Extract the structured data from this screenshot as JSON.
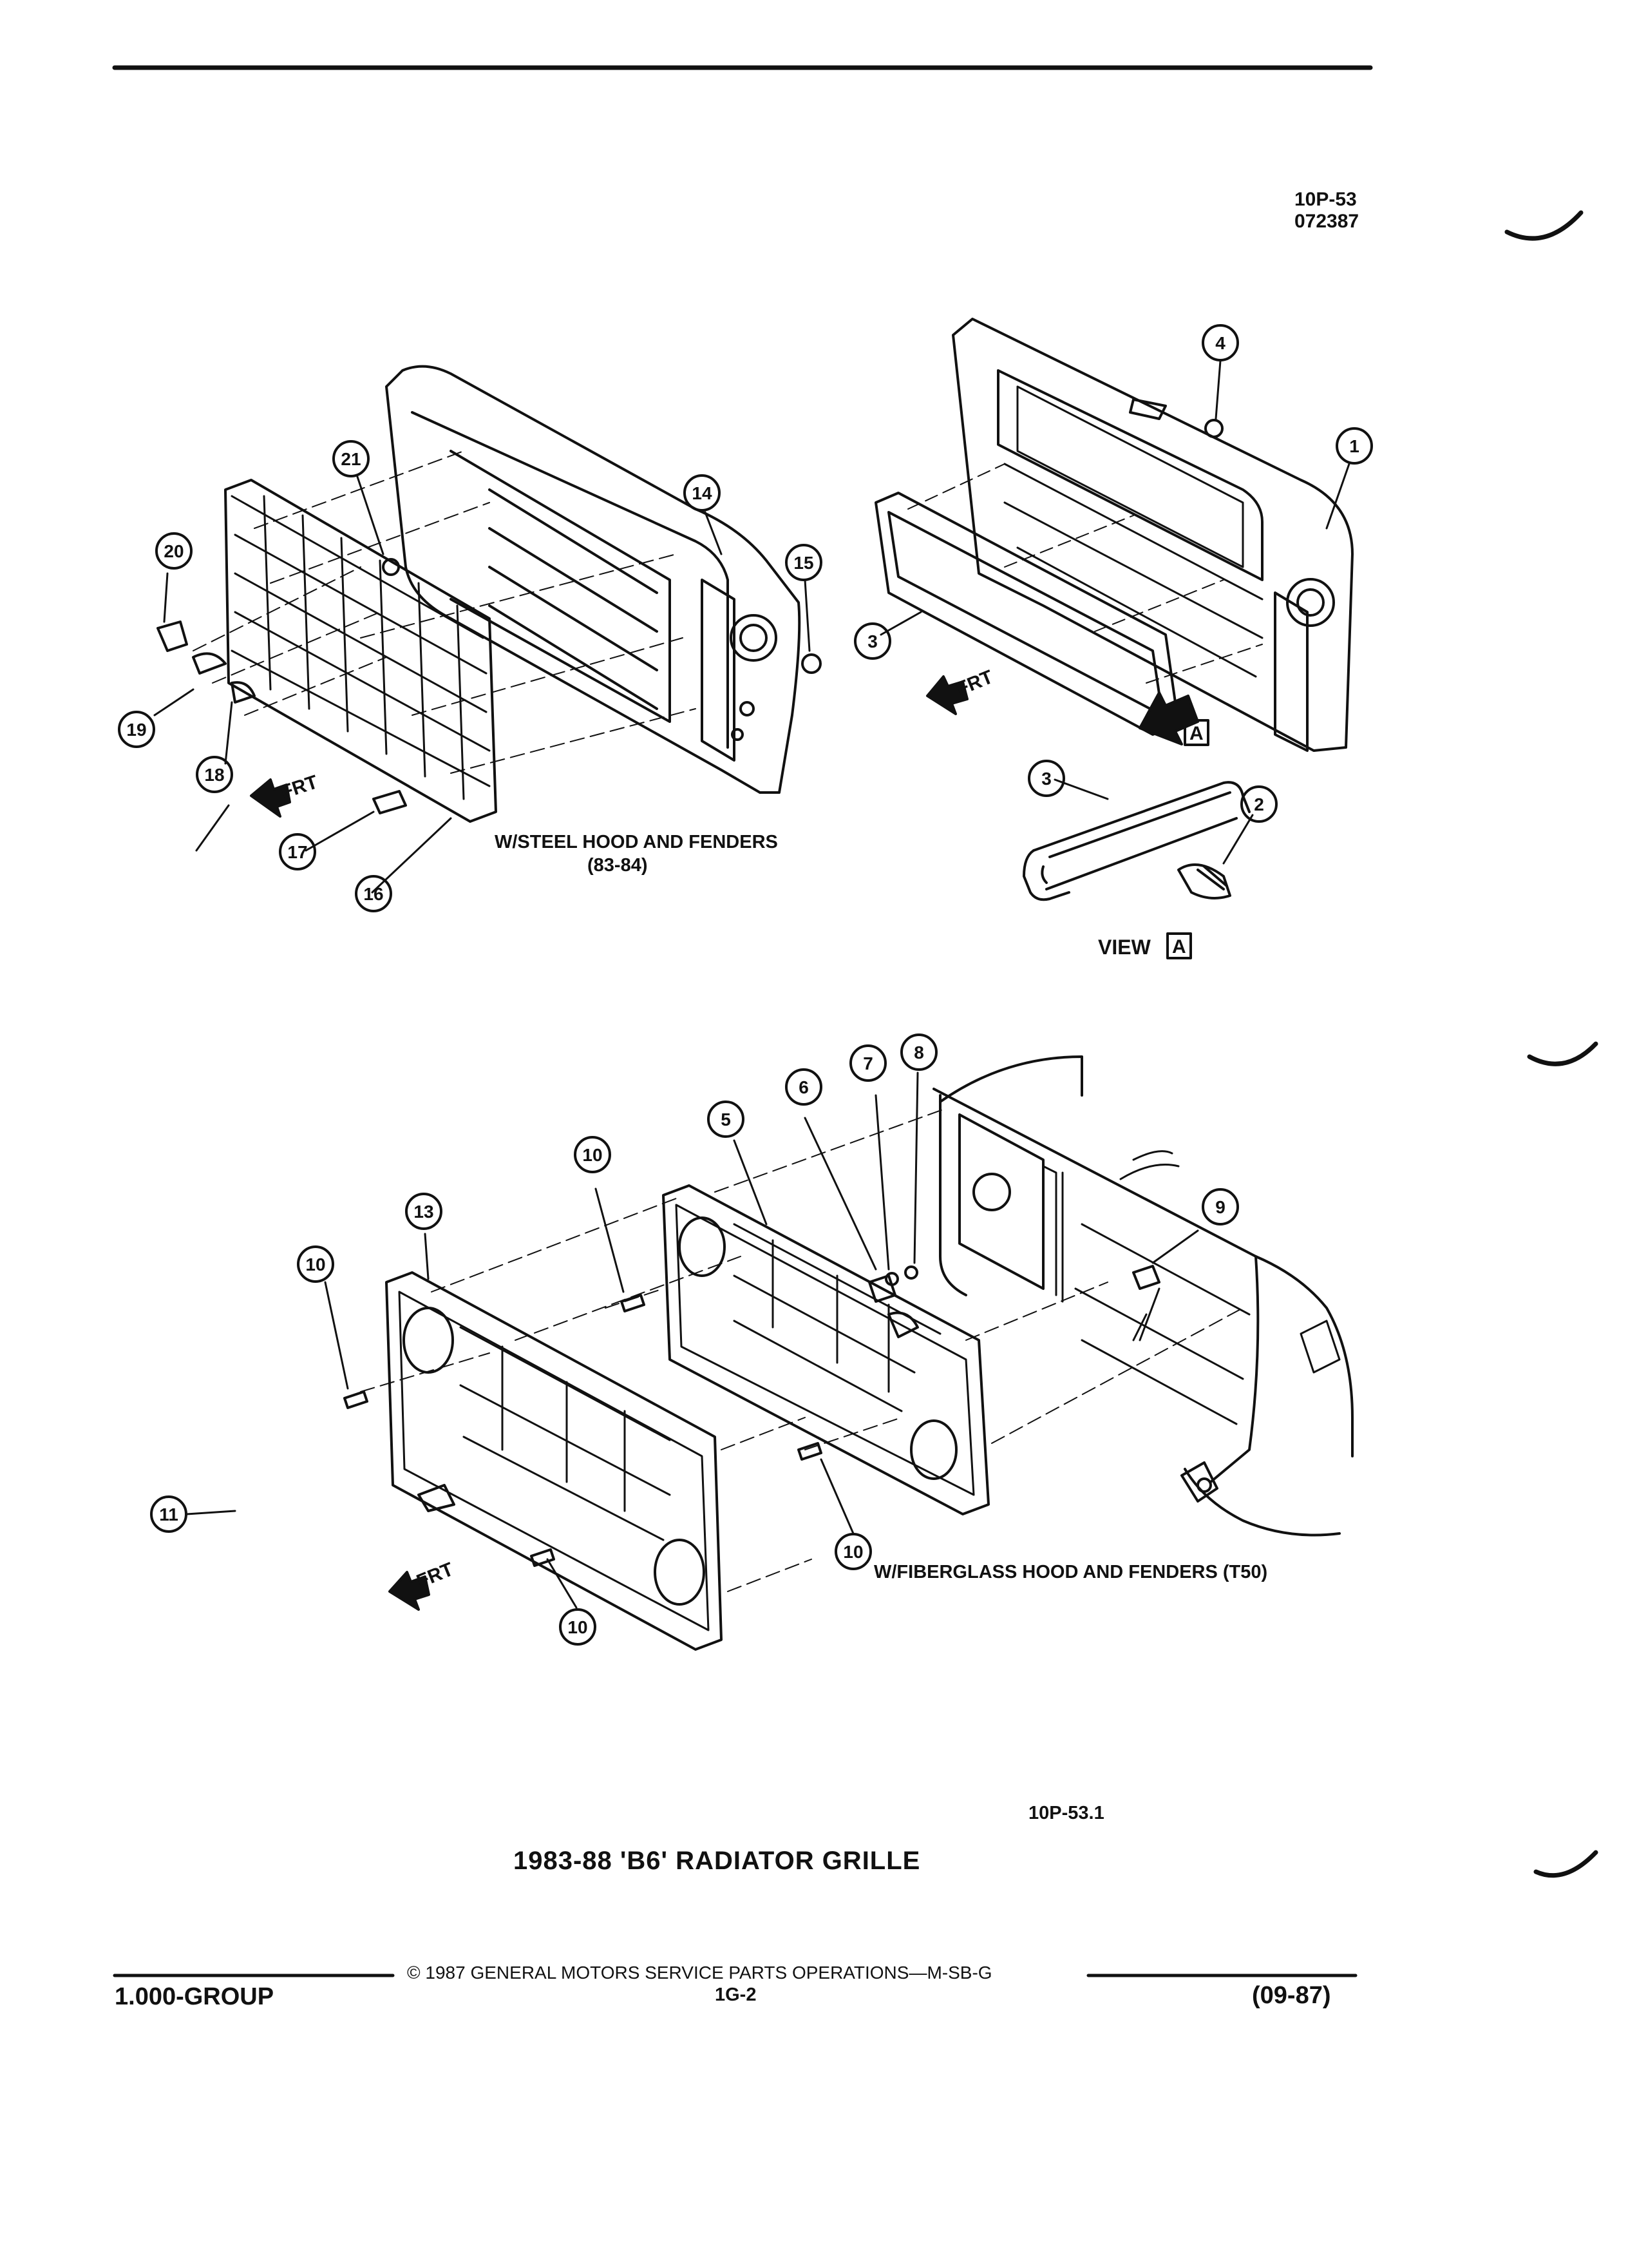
{
  "header": {
    "ref_code": "10P-53",
    "date_code": "072387"
  },
  "captions": {
    "steel": "W/STEEL HOOD AND FENDERS",
    "steel_years": "(83-84)",
    "fiberglass": "W/FIBERGLASS HOOD AND FENDERS (T50)",
    "view_label": "VIEW",
    "view_letter": "A",
    "frt": "FRT",
    "figure_code": "10P-53.1"
  },
  "title": "1983-88 'B6' RADIATOR GRILLE",
  "footer": {
    "copyright": "© 1987 GENERAL MOTORS SERVICE PARTS OPERATIONS—M-SB-G",
    "group": "1.000-GROUP",
    "page": "1G-2",
    "revision": "(09-87)"
  },
  "callouts": [
    "1",
    "2",
    "3",
    "4",
    "5",
    "6",
    "7",
    "8",
    "9",
    "10",
    "11",
    "13",
    "14",
    "15",
    "16",
    "17",
    "18",
    "19",
    "20",
    "21"
  ],
  "colors": {
    "ink": "#111111",
    "paper": "#ffffff"
  }
}
